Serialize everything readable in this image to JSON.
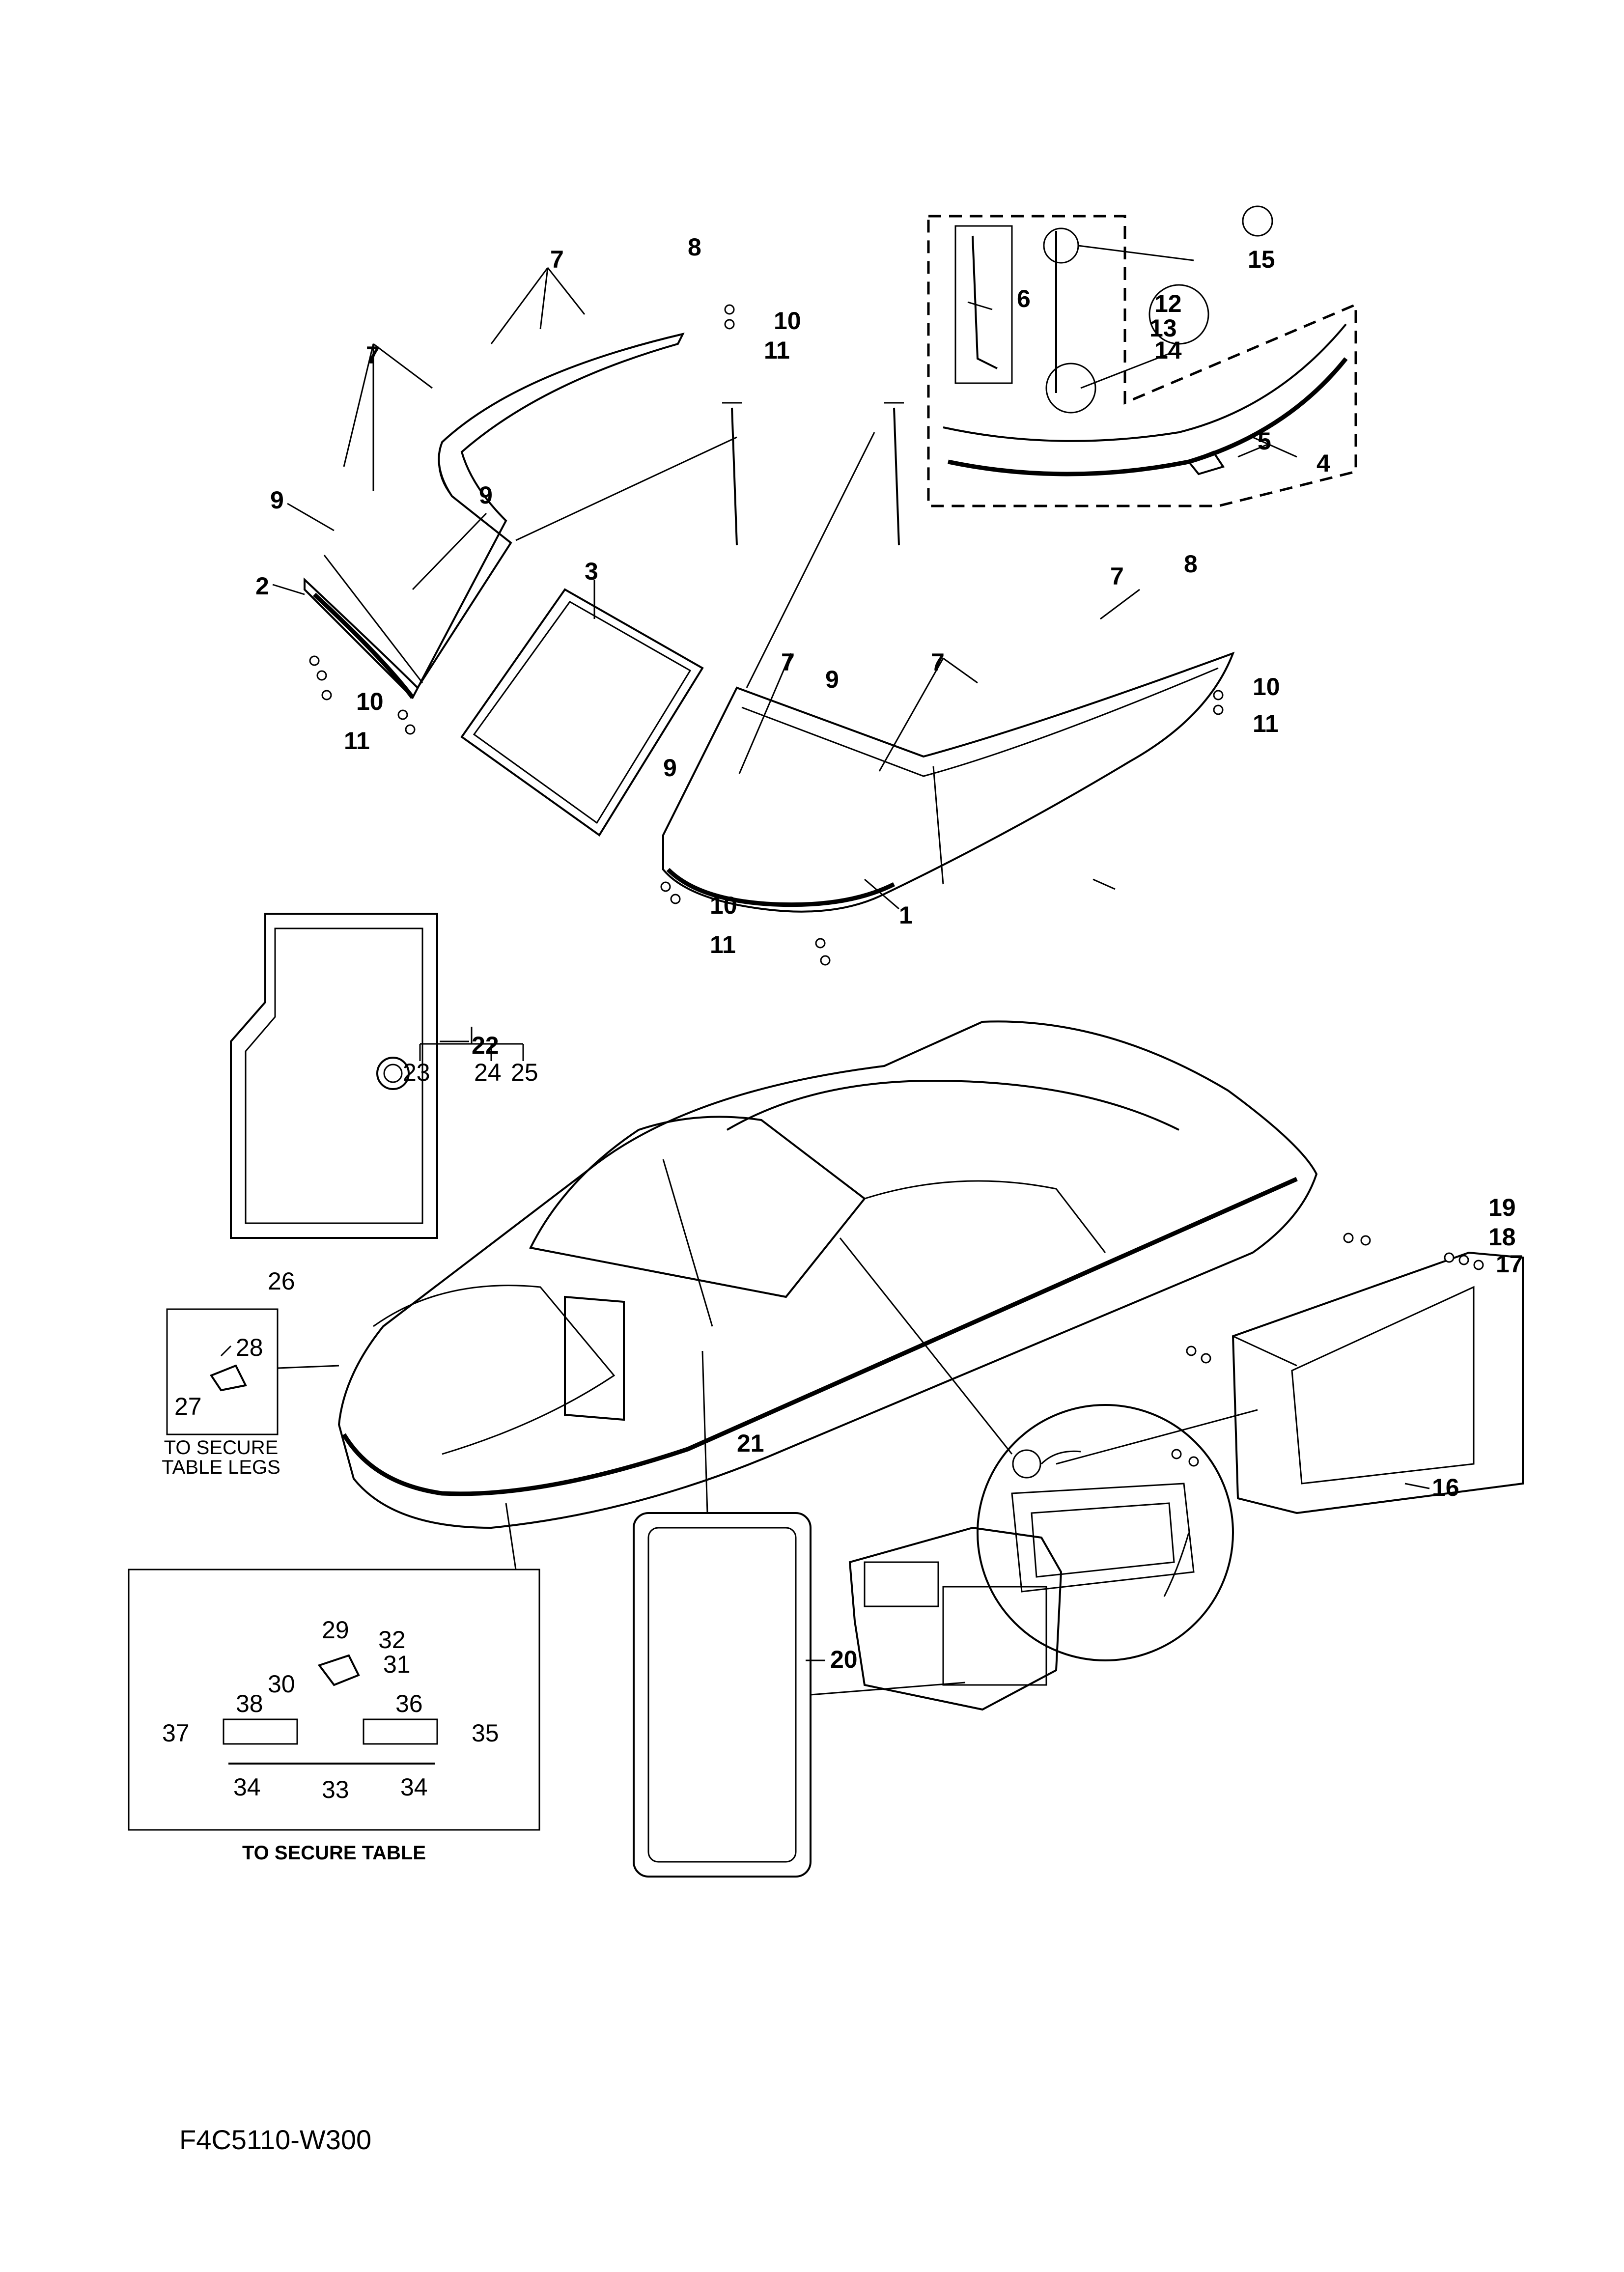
{
  "callouts": [
    {
      "id": "c1",
      "text": "1"
    },
    {
      "id": "c2",
      "text": "2"
    },
    {
      "id": "c3",
      "text": "3"
    },
    {
      "id": "c4",
      "text": "4"
    },
    {
      "id": "c5",
      "text": "5"
    },
    {
      "id": "c6",
      "text": "6"
    },
    {
      "id": "c7a",
      "text": "7"
    },
    {
      "id": "c7b",
      "text": "7"
    },
    {
      "id": "c7c",
      "text": "7"
    },
    {
      "id": "c7d",
      "text": "7"
    },
    {
      "id": "c7e",
      "text": "7"
    },
    {
      "id": "c8a",
      "text": "8"
    },
    {
      "id": "c8b",
      "text": "8"
    },
    {
      "id": "c9a",
      "text": "9"
    },
    {
      "id": "c9b",
      "text": "9"
    },
    {
      "id": "c9c",
      "text": "9"
    },
    {
      "id": "c9d",
      "text": "9"
    },
    {
      "id": "c10a",
      "text": "10"
    },
    {
      "id": "c10b",
      "text": "10"
    },
    {
      "id": "c10c",
      "text": "10"
    },
    {
      "id": "c10d",
      "text": "10"
    },
    {
      "id": "c11a",
      "text": "11"
    },
    {
      "id": "c11b",
      "text": "11"
    },
    {
      "id": "c11c",
      "text": "11"
    },
    {
      "id": "c11d",
      "text": "11"
    },
    {
      "id": "c12",
      "text": "12"
    },
    {
      "id": "c13",
      "text": "13"
    },
    {
      "id": "c14",
      "text": "14"
    },
    {
      "id": "c15",
      "text": "15"
    },
    {
      "id": "c16",
      "text": "16"
    },
    {
      "id": "c17",
      "text": "17"
    },
    {
      "id": "c18",
      "text": "18"
    },
    {
      "id": "c19",
      "text": "19"
    },
    {
      "id": "c20",
      "text": "20"
    },
    {
      "id": "c21",
      "text": "21"
    },
    {
      "id": "c22",
      "text": "22"
    },
    {
      "id": "c23",
      "text": "23"
    },
    {
      "id": "c24",
      "text": "24"
    },
    {
      "id": "c25",
      "text": "25"
    },
    {
      "id": "c26",
      "text": "26"
    },
    {
      "id": "c27",
      "text": "27"
    },
    {
      "id": "c28",
      "text": "28"
    },
    {
      "id": "c29",
      "text": "29"
    },
    {
      "id": "c30",
      "text": "30"
    },
    {
      "id": "c31",
      "text": "31"
    },
    {
      "id": "c32",
      "text": "32"
    },
    {
      "id": "c33",
      "text": "33"
    },
    {
      "id": "c34a",
      "text": "34"
    },
    {
      "id": "c34b",
      "text": "34"
    },
    {
      "id": "c35",
      "text": "35"
    },
    {
      "id": "c36",
      "text": "36"
    },
    {
      "id": "c37",
      "text": "37"
    },
    {
      "id": "c38",
      "text": "38"
    }
  ],
  "captions": {
    "table_legs_line1": "TO SECURE",
    "table_legs_line2": "TABLE LEGS",
    "table": "TO SECURE TABLE"
  },
  "diagram_code": "F4C5110-W300"
}
